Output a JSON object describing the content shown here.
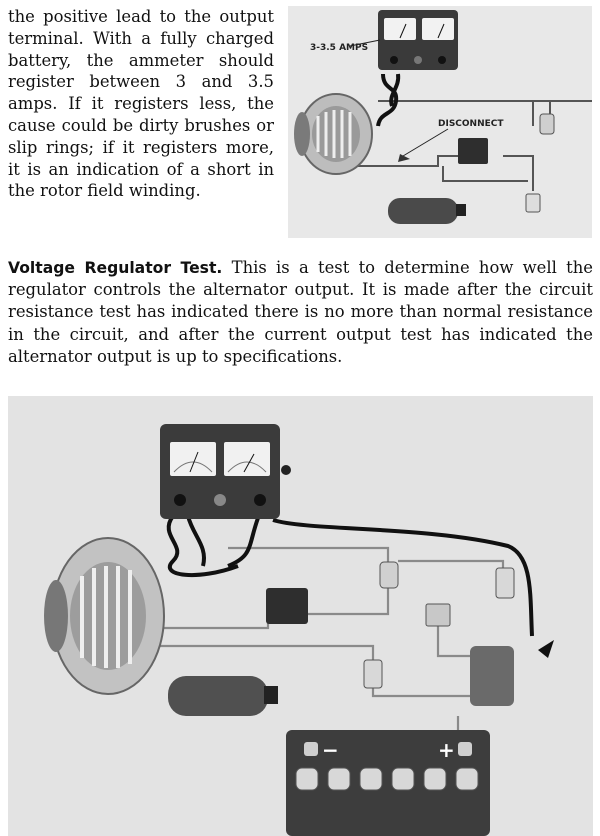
{
  "intro": {
    "text": "the positive lead to the output terminal. With a fully charged battery, the ammeter should register between 3 and 3.5 amps. If it registers less, the cause could be dirty brushes or slip rings; if it registers more, it is an indication of a short in the rotor field winding."
  },
  "top_figure": {
    "label_amps": "3-3.5 AMPS",
    "label_disconnect": "DISCONNECT"
  },
  "section": {
    "heading": "Voltage Regulator Test.",
    "body": " This is a test to determine how well the regulator controls the alternator output. It is made after the circuit resistance test has indicated there is no more than normal resistance in the circuit, and after the current output test has indicated the alternator output is up to specifications."
  },
  "bottom_figure": {
    "battery_minus": "−",
    "battery_plus": "+"
  }
}
